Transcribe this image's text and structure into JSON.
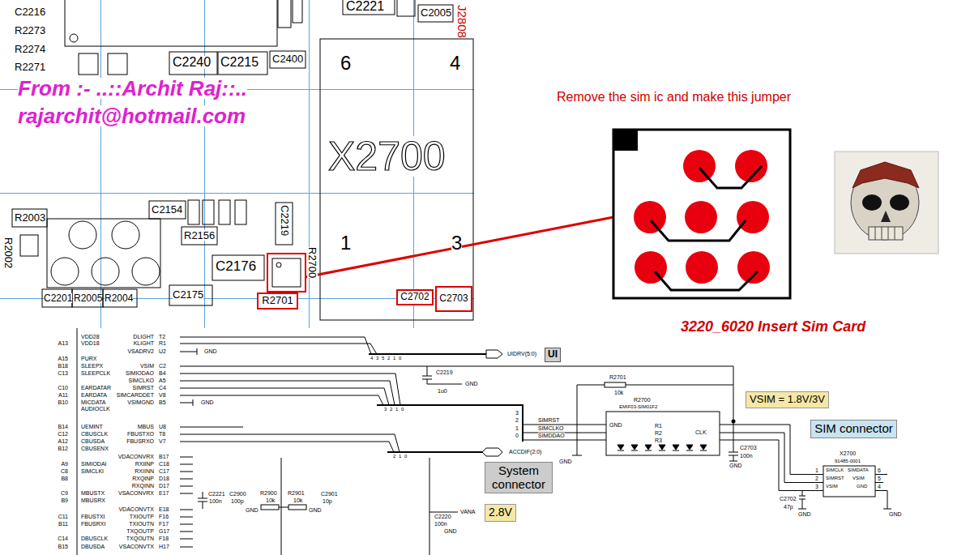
{
  "diagram": {
    "nodes": [
      {
        "text": [
          "R2701"
        ]
      },
      {
        "text": [
          "C2702"
        ]
      },
      {
        "text": [
          "C2703"
        ]
      },
      {
        "text": [
          "UI"
        ]
      },
      {
        "text": [
          "System connector"
        ]
      },
      {
        "text": [
          "2.8V"
        ]
      },
      {
        "text": [
          "VSIM = 1.8V/3V"
        ]
      },
      {
        "text": [
          "SIM connector"
        ]
      }
    ],
    "labels": [
      "C2216",
      "R2273",
      "R2274",
      "R2271",
      "C2240",
      "C2215",
      "C2400",
      "C2221",
      "C2005",
      "J2808",
      "From :- ..::Archit Raj::..",
      "rajarchit@hotmail.com",
      "6",
      "4",
      "X2700",
      "1",
      "3",
      "R2003",
      "R2002",
      "C2154",
      "R2156",
      "C2176",
      "C2219",
      "R2700",
      "C2201",
      "R2005",
      "R2004",
      "C2175",
      "Remove the sim ic and make this jumper",
      "3220_6020 Insert Sim Card",
      "VDD28",
      "DLIGHT",
      "T2",
      "A13",
      "VDD18",
      "KLIGHT",
      "R1",
      "VSADRV2",
      "U2",
      "A15",
      "PURX",
      "B18",
      "SLEEPX",
      "VSIM",
      "C2",
      "C13",
      "SLEEPCLK",
      "SIMIODAO",
      "B4",
      "SIMCLKO",
      "A5",
      "C10",
      "EARDATAR",
      "SIMRST",
      "C4",
      "A11",
      "EARDATA",
      "SIMCARDDET",
      "V8",
      "B10",
      "MICDATA",
      "VSIMGND",
      "B5",
      "AUDIOCLK",
      "B14",
      "UEMINT",
      "MBUS",
      "U8",
      "C12",
      "CBUSCLK",
      "FBUSTXO",
      "T8",
      "A12",
      "CBUSDA",
      "FBUSRXO",
      "V7",
      "B12",
      "CBUSENX",
      "VDACONVRX",
      "B17",
      "A9",
      "SIMIODAI",
      "RXIINP",
      "C18",
      "C8",
      "SIMCLKI",
      "RXIINN",
      "C17",
      "B8",
      "RXQINP",
      "D18",
      "RXQINN",
      "D17",
      "C9",
      "MBUSTX",
      "VSACONVRX",
      "E17",
      "B9",
      "MBUSRX",
      "VDACONVTX",
      "E18",
      "C11",
      "FBUSTXI",
      "TXIOUTP",
      "F16",
      "B11",
      "FBUSRXI",
      "TXIOUTN",
      "F17",
      "TXQOUTP",
      "G17",
      "C14",
      "DBUSCLK",
      "TXQOUTN",
      "F18",
      "B15",
      "DBUSDA",
      "VSACONVTX",
      "H17",
      "GND",
      "GND",
      "4",
      "3",
      "5",
      "2",
      "1",
      "0",
      "UIDRV(5:0)",
      "C2219",
      "1u0",
      "GND",
      "3",
      "2",
      "1",
      "0",
      "3",
      "2",
      "1",
      "0",
      "SIMRST",
      "SIMCLKO",
      "SIMDDAO",
      "2",
      "1",
      "0",
      "ACCDIF(2:0)",
      "R2701",
      "10k",
      "R2700",
      "EMIF03-SIM01F2",
      "GND",
      "R1",
      "R2",
      "R3",
      "CLK",
      "GND",
      "C2703",
      "100n",
      "GND",
      "X2700",
      "91485-0001",
      "1",
      "2",
      "3",
      "SIMCLK",
      "SIMRST",
      "VSIM",
      "SIMDATA",
      "VSIM",
      "GND",
      "6",
      "5",
      "4",
      "C2702",
      "47p",
      "GND",
      "GND",
      "C2221",
      "100n",
      "C2900",
      "100p",
      "GND",
      "R2900",
      "10k",
      "R2901",
      "10k",
      "C2901",
      "10p",
      "GND",
      "VANA",
      "C2220",
      "100n",
      "GND"
    ]
  }
}
